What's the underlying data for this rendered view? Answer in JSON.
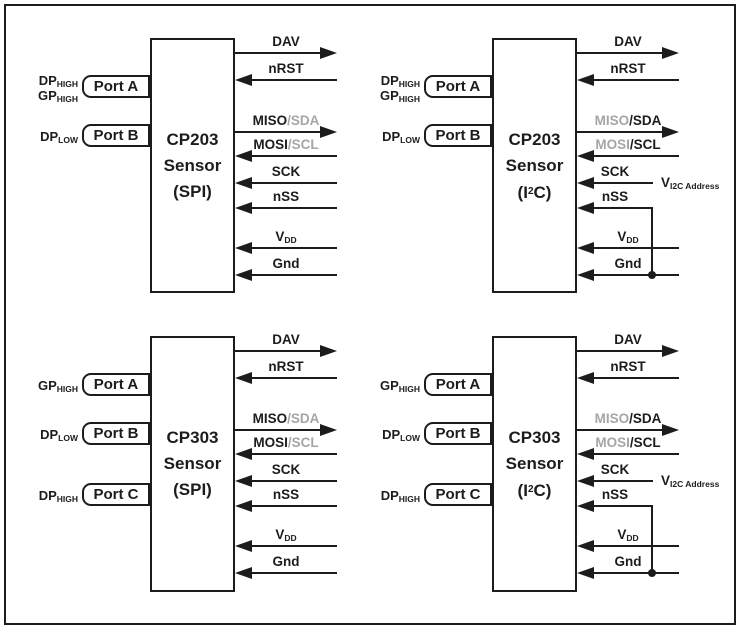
{
  "page": {
    "background": "#ffffff",
    "ink": "#1c1c1c",
    "gray": "#a6a6a6"
  },
  "blocks": [
    {
      "name": "cp203-spi",
      "title_lines": [
        [
          {
            "t": "CP203"
          }
        ],
        [
          {
            "t": "Sensor"
          }
        ],
        [
          {
            "t": "(SPI)"
          }
        ]
      ],
      "ports": [
        {
          "label": "Port A",
          "slot": "A",
          "pins": [
            [
              {
                "t": "DP"
              },
              {
                "t": "HIGH",
                "sub": true
              }
            ],
            [
              {
                "t": "GP"
              },
              {
                "t": "HIGH",
                "sub": true
              }
            ]
          ]
        },
        {
          "label": "Port B",
          "slot": "B",
          "pins": [
            [
              {
                "t": "DP"
              },
              {
                "t": "LOW",
                "sub": true
              }
            ]
          ]
        }
      ],
      "signals": [
        {
          "dir": "out",
          "label": [
            {
              "t": "DAV"
            }
          ]
        },
        {
          "dir": "in",
          "label": [
            {
              "t": "nRST"
            }
          ]
        },
        {
          "dir": "out",
          "label": [
            {
              "t": "MISO"
            },
            {
              "t": "/SDA",
              "gray": true
            }
          ]
        },
        {
          "dir": "in",
          "label": [
            {
              "t": "MOSI"
            },
            {
              "t": "/SCL",
              "gray": true
            }
          ]
        },
        {
          "dir": "in",
          "label": [
            {
              "t": "SCK"
            }
          ]
        },
        {
          "dir": "in",
          "label": [
            {
              "t": "nSS"
            }
          ]
        },
        {
          "dir": "in",
          "label": [
            {
              "t": "V"
            },
            {
              "t": "DD",
              "sub": true
            }
          ]
        },
        {
          "dir": "in",
          "label": [
            {
              "t": "Gnd"
            }
          ]
        }
      ]
    },
    {
      "name": "cp203-i2c",
      "title_lines": [
        [
          {
            "t": "CP203"
          }
        ],
        [
          {
            "t": "Sensor"
          }
        ],
        [
          {
            "t": "(I"
          },
          {
            "t": "2",
            "sup": true
          },
          {
            "t": "C)"
          }
        ]
      ],
      "ports": [
        {
          "label": "Port A",
          "slot": "A",
          "pins": [
            [
              {
                "t": "DP"
              },
              {
                "t": "HIGH",
                "sub": true
              }
            ],
            [
              {
                "t": "GP"
              },
              {
                "t": "HIGH",
                "sub": true
              }
            ]
          ]
        },
        {
          "label": "Port B",
          "slot": "B",
          "pins": [
            [
              {
                "t": "DP"
              },
              {
                "t": "LOW",
                "sub": true
              }
            ]
          ]
        }
      ],
      "signals": [
        {
          "dir": "out",
          "label": [
            {
              "t": "DAV"
            }
          ]
        },
        {
          "dir": "in",
          "label": [
            {
              "t": "nRST"
            }
          ]
        },
        {
          "dir": "out",
          "label": [
            {
              "t": "MISO",
              "gray": true
            },
            {
              "t": "/SDA"
            }
          ]
        },
        {
          "dir": "in",
          "label": [
            {
              "t": "MOSI",
              "gray": true
            },
            {
              "t": "/SCL"
            }
          ]
        },
        {
          "dir": "in",
          "short": true,
          "label": [
            {
              "t": "SCK"
            }
          ],
          "annotation": [
            {
              "t": "V"
            },
            {
              "t": "I2C Address",
              "sub": true
            }
          ]
        },
        {
          "dir": "in",
          "tie_down": true,
          "label": [
            {
              "t": "nSS"
            }
          ]
        },
        {
          "dir": "in",
          "label": [
            {
              "t": "V"
            },
            {
              "t": "DD",
              "sub": true
            }
          ]
        },
        {
          "dir": "in",
          "label": [
            {
              "t": "Gnd"
            }
          ]
        }
      ]
    },
    {
      "name": "cp303-spi",
      "title_lines": [
        [
          {
            "t": "CP303"
          }
        ],
        [
          {
            "t": "Sensor"
          }
        ],
        [
          {
            "t": "(SPI)"
          }
        ]
      ],
      "ports": [
        {
          "label": "Port A",
          "slot": "A",
          "pins": [
            [
              {
                "t": "GP"
              },
              {
                "t": "HIGH",
                "sub": true
              }
            ]
          ]
        },
        {
          "label": "Port B",
          "slot": "B",
          "pins": [
            [
              {
                "t": "DP"
              },
              {
                "t": "LOW",
                "sub": true
              }
            ]
          ]
        },
        {
          "label": "Port C",
          "slot": "C",
          "pins": [
            [
              {
                "t": "DP"
              },
              {
                "t": "HIGH",
                "sub": true
              }
            ]
          ]
        }
      ],
      "signals": [
        {
          "dir": "out",
          "label": [
            {
              "t": "DAV"
            }
          ]
        },
        {
          "dir": "in",
          "label": [
            {
              "t": "nRST"
            }
          ]
        },
        {
          "dir": "out",
          "label": [
            {
              "t": "MISO"
            },
            {
              "t": "/SDA",
              "gray": true
            }
          ]
        },
        {
          "dir": "in",
          "label": [
            {
              "t": "MOSI"
            },
            {
              "t": "/SCL",
              "gray": true
            }
          ]
        },
        {
          "dir": "in",
          "label": [
            {
              "t": "SCK"
            }
          ]
        },
        {
          "dir": "in",
          "label": [
            {
              "t": "nSS"
            }
          ]
        },
        {
          "dir": "in",
          "label": [
            {
              "t": "V"
            },
            {
              "t": "DD",
              "sub": true
            }
          ]
        },
        {
          "dir": "in",
          "label": [
            {
              "t": "Gnd"
            }
          ]
        }
      ]
    },
    {
      "name": "cp303-i2c",
      "title_lines": [
        [
          {
            "t": "CP303"
          }
        ],
        [
          {
            "t": "Sensor"
          }
        ],
        [
          {
            "t": "(I"
          },
          {
            "t": "2",
            "sup": true
          },
          {
            "t": "C)"
          }
        ]
      ],
      "ports": [
        {
          "label": "Port A",
          "slot": "A",
          "pins": [
            [
              {
                "t": "GP"
              },
              {
                "t": "HIGH",
                "sub": true
              }
            ]
          ]
        },
        {
          "label": "Port B",
          "slot": "B",
          "pins": [
            [
              {
                "t": "DP"
              },
              {
                "t": "LOW",
                "sub": true
              }
            ]
          ]
        },
        {
          "label": "Port C",
          "slot": "C",
          "pins": [
            [
              {
                "t": "DP"
              },
              {
                "t": "HIGH",
                "sub": true
              }
            ]
          ]
        }
      ],
      "signals": [
        {
          "dir": "out",
          "label": [
            {
              "t": "DAV"
            }
          ]
        },
        {
          "dir": "in",
          "label": [
            {
              "t": "nRST"
            }
          ]
        },
        {
          "dir": "out",
          "label": [
            {
              "t": "MISO",
              "gray": true
            },
            {
              "t": "/SDA"
            }
          ]
        },
        {
          "dir": "in",
          "label": [
            {
              "t": "MOSI",
              "gray": true
            },
            {
              "t": "/SCL"
            }
          ]
        },
        {
          "dir": "in",
          "short": true,
          "label": [
            {
              "t": "SCK"
            }
          ],
          "annotation": [
            {
              "t": "V"
            },
            {
              "t": "I2C Address",
              "sub": true
            }
          ]
        },
        {
          "dir": "in",
          "tie_down": true,
          "label": [
            {
              "t": "nSS"
            }
          ]
        },
        {
          "dir": "in",
          "label": [
            {
              "t": "V"
            },
            {
              "t": "DD",
              "sub": true
            }
          ]
        },
        {
          "dir": "in",
          "label": [
            {
              "t": "Gnd"
            }
          ]
        }
      ]
    }
  ]
}
